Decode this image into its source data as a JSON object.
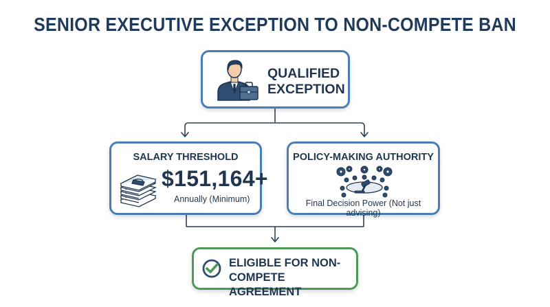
{
  "title": "SENIOR EXECUTIVE EXCEPTION TO NON-COMPETE BAN",
  "top_box": {
    "line1": "QUALIFIED",
    "line2": "EXCEPTION",
    "icon": "businessman-with-briefcase-icon"
  },
  "salary_box": {
    "title": "SALARY THRESHOLD",
    "value": "$151,164+",
    "note": "Annually (Minimum)",
    "icon": "money-stack-icon"
  },
  "policy_box": {
    "title": "POLICY-MAKING AUTHORITY",
    "note": "Final Decision Power (Not just advising)",
    "icon": "boardroom-gears-gavel-icon"
  },
  "result_box": {
    "line1": "ELIGIBLE FOR NON-",
    "line2": "COMPETE AGREEMENT",
    "icon": "checkmark-circle-icon"
  },
  "colors": {
    "primary_text": "#1f3550",
    "box_border": "#4a7db3",
    "result_border": "#4b9a55",
    "connector": "#2d3f55"
  }
}
